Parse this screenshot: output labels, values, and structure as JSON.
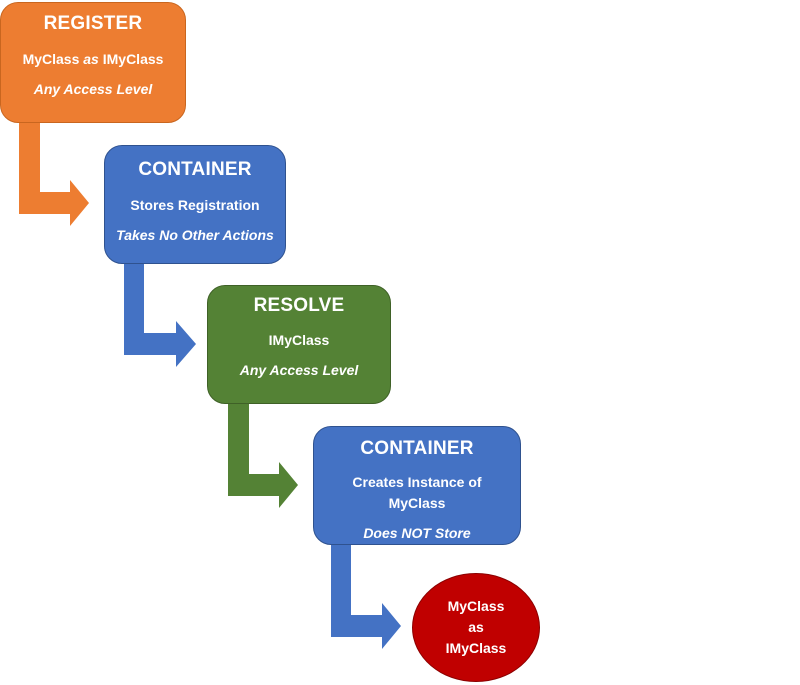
{
  "colors": {
    "register": "#ed7d31",
    "container": "#4472c4",
    "resolve": "#548235",
    "result": "#c00000",
    "text": "#ffffff"
  },
  "steps": {
    "register": {
      "title": "REGISTER",
      "line1_pre": "MyClass",
      "line1_mid": "as",
      "line1_post": "IMyClass",
      "line2": "Any Access Level"
    },
    "container_store": {
      "title": "CONTAINER",
      "line1": "Stores Registration",
      "line2": "Takes No Other Actions"
    },
    "resolve": {
      "title": "RESOLVE",
      "line1": "IMyClass",
      "line2": "Any Access Level"
    },
    "container_create": {
      "title": "CONTAINER",
      "line1a": "Creates Instance of",
      "line1b": "MyClass",
      "line2": "Does NOT Store"
    },
    "result": {
      "line1": "MyClass",
      "line2": "as",
      "line3": "IMyClass"
    }
  }
}
